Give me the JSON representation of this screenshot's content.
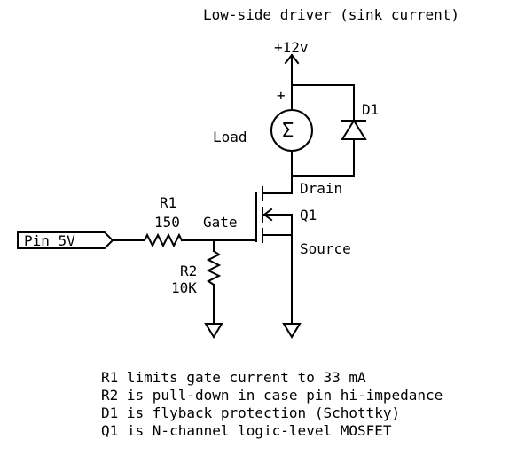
{
  "title": "Low-side driver (sink current)",
  "supply": {
    "label": "+12v",
    "plus": "+"
  },
  "load": {
    "label": "Load",
    "symbol": "Σ"
  },
  "d1": {
    "label": "D1"
  },
  "r1": {
    "name": "R1",
    "value": "150"
  },
  "r2": {
    "name": "R2",
    "value": "10K"
  },
  "q1": {
    "name": "Q1",
    "drain": "Drain",
    "source": "Source",
    "gate": "Gate"
  },
  "input": {
    "label": "Pin 5V"
  },
  "notes": [
    "R1 limits gate current to 33 mA",
    "R2 is pull-down in case pin hi-impedance",
    "D1 is flyback protection (Schottky)",
    "Q1 is N-channel logic-level MOSFET"
  ]
}
